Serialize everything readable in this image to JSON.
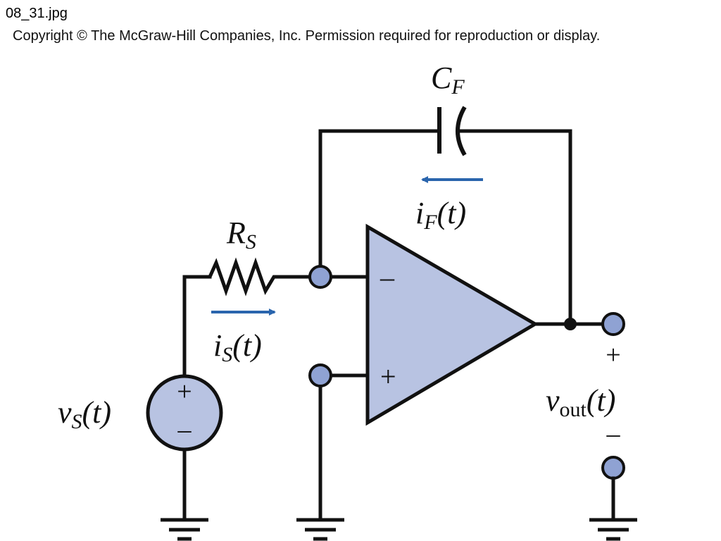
{
  "header": {
    "filename": "08_31.jpg",
    "copyright": "Copyright © The McGraw-Hill Companies, Inc. Permission required for reproduction or display."
  },
  "diagram": {
    "capacitor": {
      "letter": "C",
      "subscript": "F"
    },
    "resistor": {
      "letter": "R",
      "subscript": "S"
    },
    "feedback_current": {
      "letter": "i",
      "subscript": "F",
      "arg": "(t)"
    },
    "source_current": {
      "letter": "i",
      "subscript": "S",
      "arg": "(t)"
    },
    "source_voltage": {
      "letter": "v",
      "subscript": "S",
      "arg": "(t)",
      "plus": "+",
      "minus": "–"
    },
    "output_voltage": {
      "letter": "v",
      "subscript": "out",
      "arg": "(t)",
      "plus": "+",
      "minus": "–"
    },
    "opamp": {
      "inverting_sign": "–",
      "noninverting_sign": "+"
    },
    "colors": {
      "wire": "#111111",
      "component_fill": "#b8c3e2",
      "arrow": "#2a65ad"
    }
  }
}
